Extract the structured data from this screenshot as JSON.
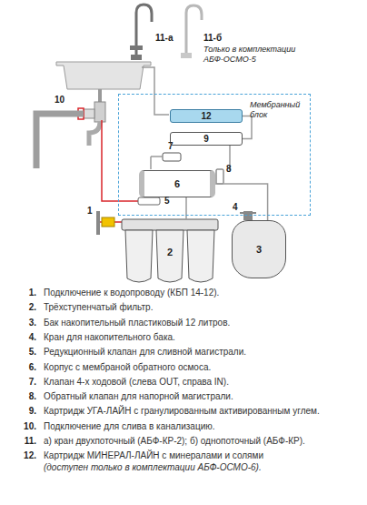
{
  "diagram": {
    "nodes": [
      {
        "text": [
          "Мембранный блок"
        ]
      },
      {
        "text": [
          "12"
        ],
        "in": 0
      },
      {
        "text": [
          "9"
        ],
        "in": 0
      },
      {
        "text": [
          "6"
        ],
        "in": 0
      },
      {
        "text": [
          "2"
        ]
      },
      {
        "text": [
          "3"
        ]
      }
    ],
    "edges": [
      {
        "from": 4,
        "to": 3,
        "arrow": "none"
      },
      {
        "from": 3,
        "to": 2,
        "arrow": "none"
      },
      {
        "from": 2,
        "to": 1,
        "arrow": "none"
      },
      {
        "from": 3,
        "to": 5,
        "arrow": "none"
      }
    ],
    "labels": [
      "11-а",
      "11-б",
      "Только в комплектации АБФ-ОСМО-5",
      "10",
      "7",
      "8",
      "5",
      "1",
      "4",
      "1.",
      "Подключение к водопроводу (КБП 14-12).",
      "2.",
      "Трёхступенчатый фильтр.",
      "3.",
      "Бак накопительный пластиковый 12 литров.",
      "4.",
      "Кран для накопительного бака.",
      "5.",
      "Редукционный клапан для сливной магистрали.",
      "6.",
      "Корпус с мембраной обратного осмоса.",
      "7.",
      "Клапан 4-х ходовой (слева OUT, справа IN).",
      "8.",
      "Обратный клапан для напорной магистрали.",
      "9.",
      "Картридж УГА-ЛАЙН с гранулированным активированным углем.",
      "10.",
      "Подключение для слива в канализацию.",
      "11.",
      "а) кран двухпоточный (АБФ-КР-2); б) однопоточный (АБФ-КР).",
      "12.",
      "Картридж МИНЕРАЛ-ЛАЙН с минералами и солями",
      "(доступен только в комплектации АБФ-ОСМО-6)."
    ]
  }
}
